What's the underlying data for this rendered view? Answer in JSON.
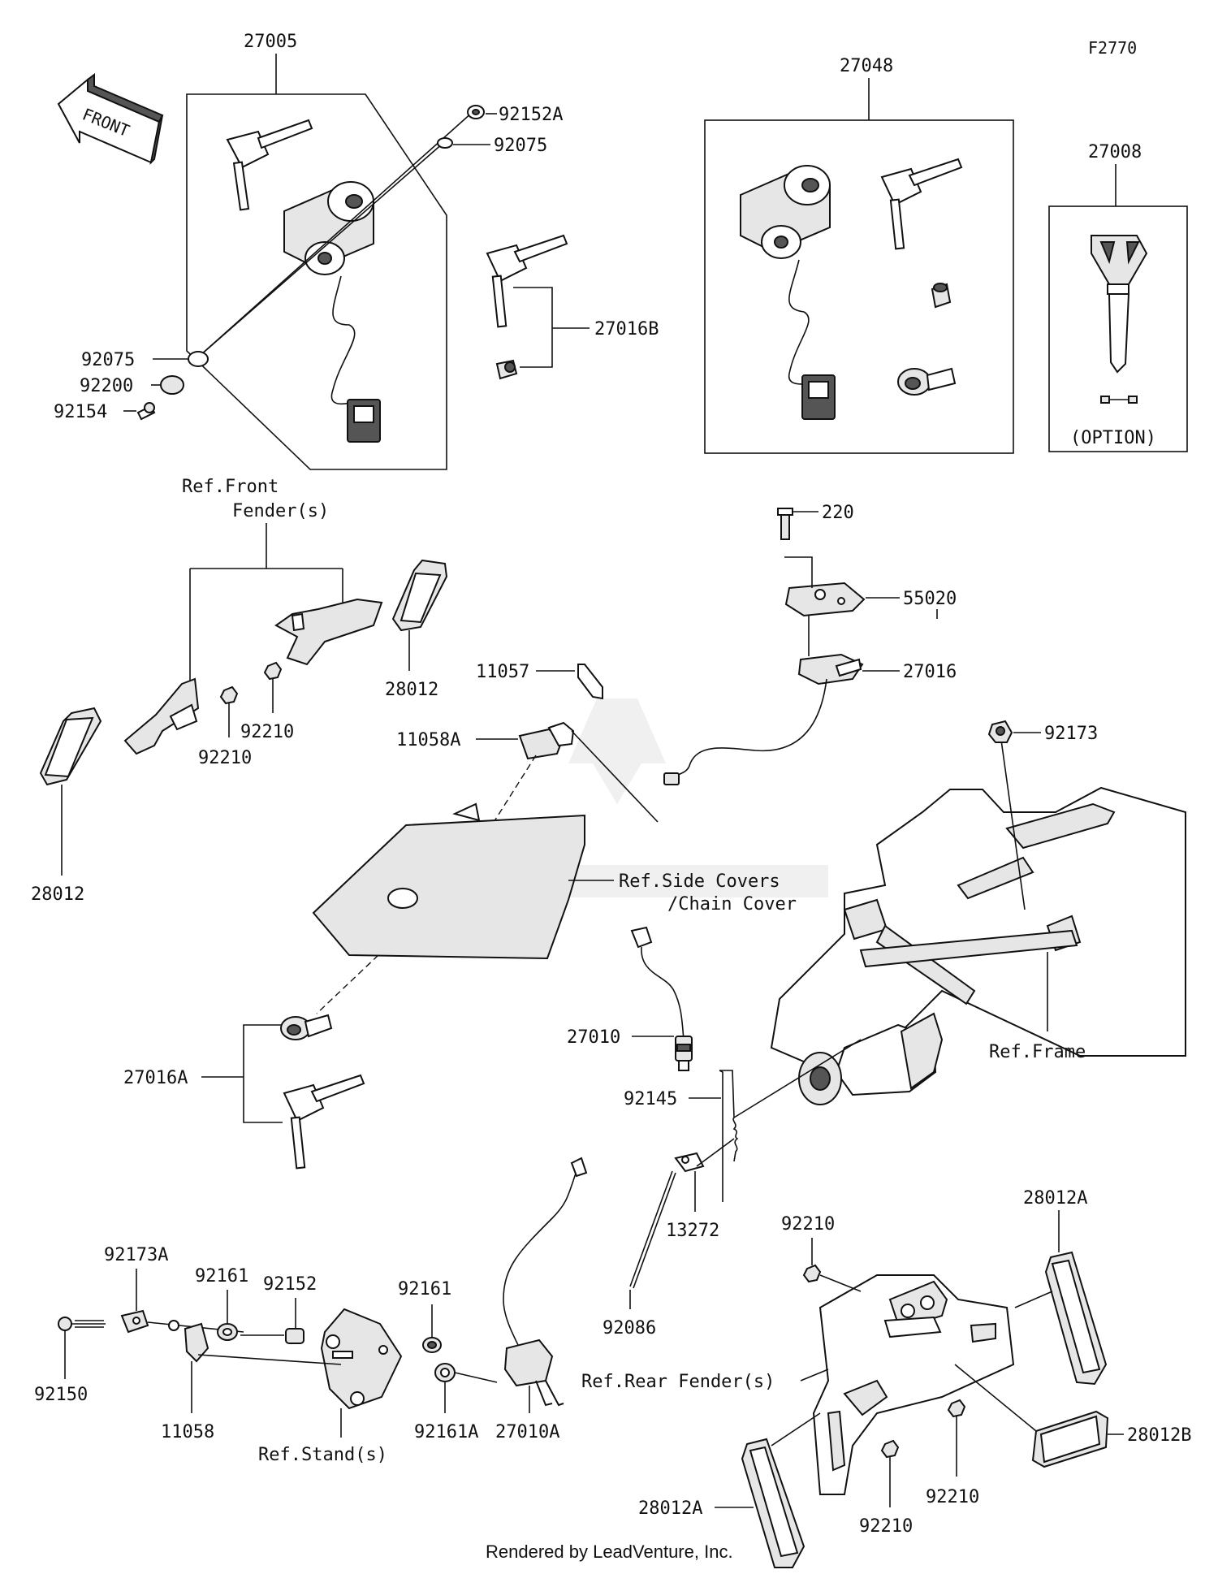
{
  "diagram_id": "F2770",
  "footer": "Rendered by LeadVenture, Inc.",
  "direction_arrow": "FRONT",
  "references": {
    "front_fender": "Ref.Front Fender(s)",
    "side_covers": "Ref.Side Covers /Chain Cover",
    "frame": "Ref.Frame",
    "rear_fender": "Ref.Rear Fender(s)",
    "stand": "Ref.Stand(s)"
  },
  "option_note": "(OPTION)",
  "parts": {
    "p27005": "27005",
    "p92152A": "92152A",
    "p92075_top": "92075",
    "p92075_left": "92075",
    "p92200": "92200",
    "p92154": "92154",
    "p27016B": "27016B",
    "p27048": "27048",
    "p27008": "27008",
    "p220": "220",
    "p55020": "55020",
    "p27016": "27016",
    "p28012_right": "28012",
    "p28012_left": "28012",
    "p92210_a": "92210",
    "p92210_b": "92210",
    "p11057": "11057",
    "p11058A": "11058A",
    "p92173": "92173",
    "p27016A": "27016A",
    "p27010": "27010",
    "p92145": "92145",
    "p13272": "13272",
    "p92086": "92086",
    "p92173A": "92173A",
    "p92161_a": "92161",
    "p92152": "92152",
    "p92161_b": "92161",
    "p92150": "92150",
    "p11058": "11058",
    "p92161A": "92161A",
    "p27010A": "27010A",
    "p92210_c": "92210",
    "p28012A_top": "28012A",
    "p28012B": "28012B",
    "p28012A_bottom": "28012A",
    "p92210_d": "92210",
    "p92210_e": "92210"
  }
}
